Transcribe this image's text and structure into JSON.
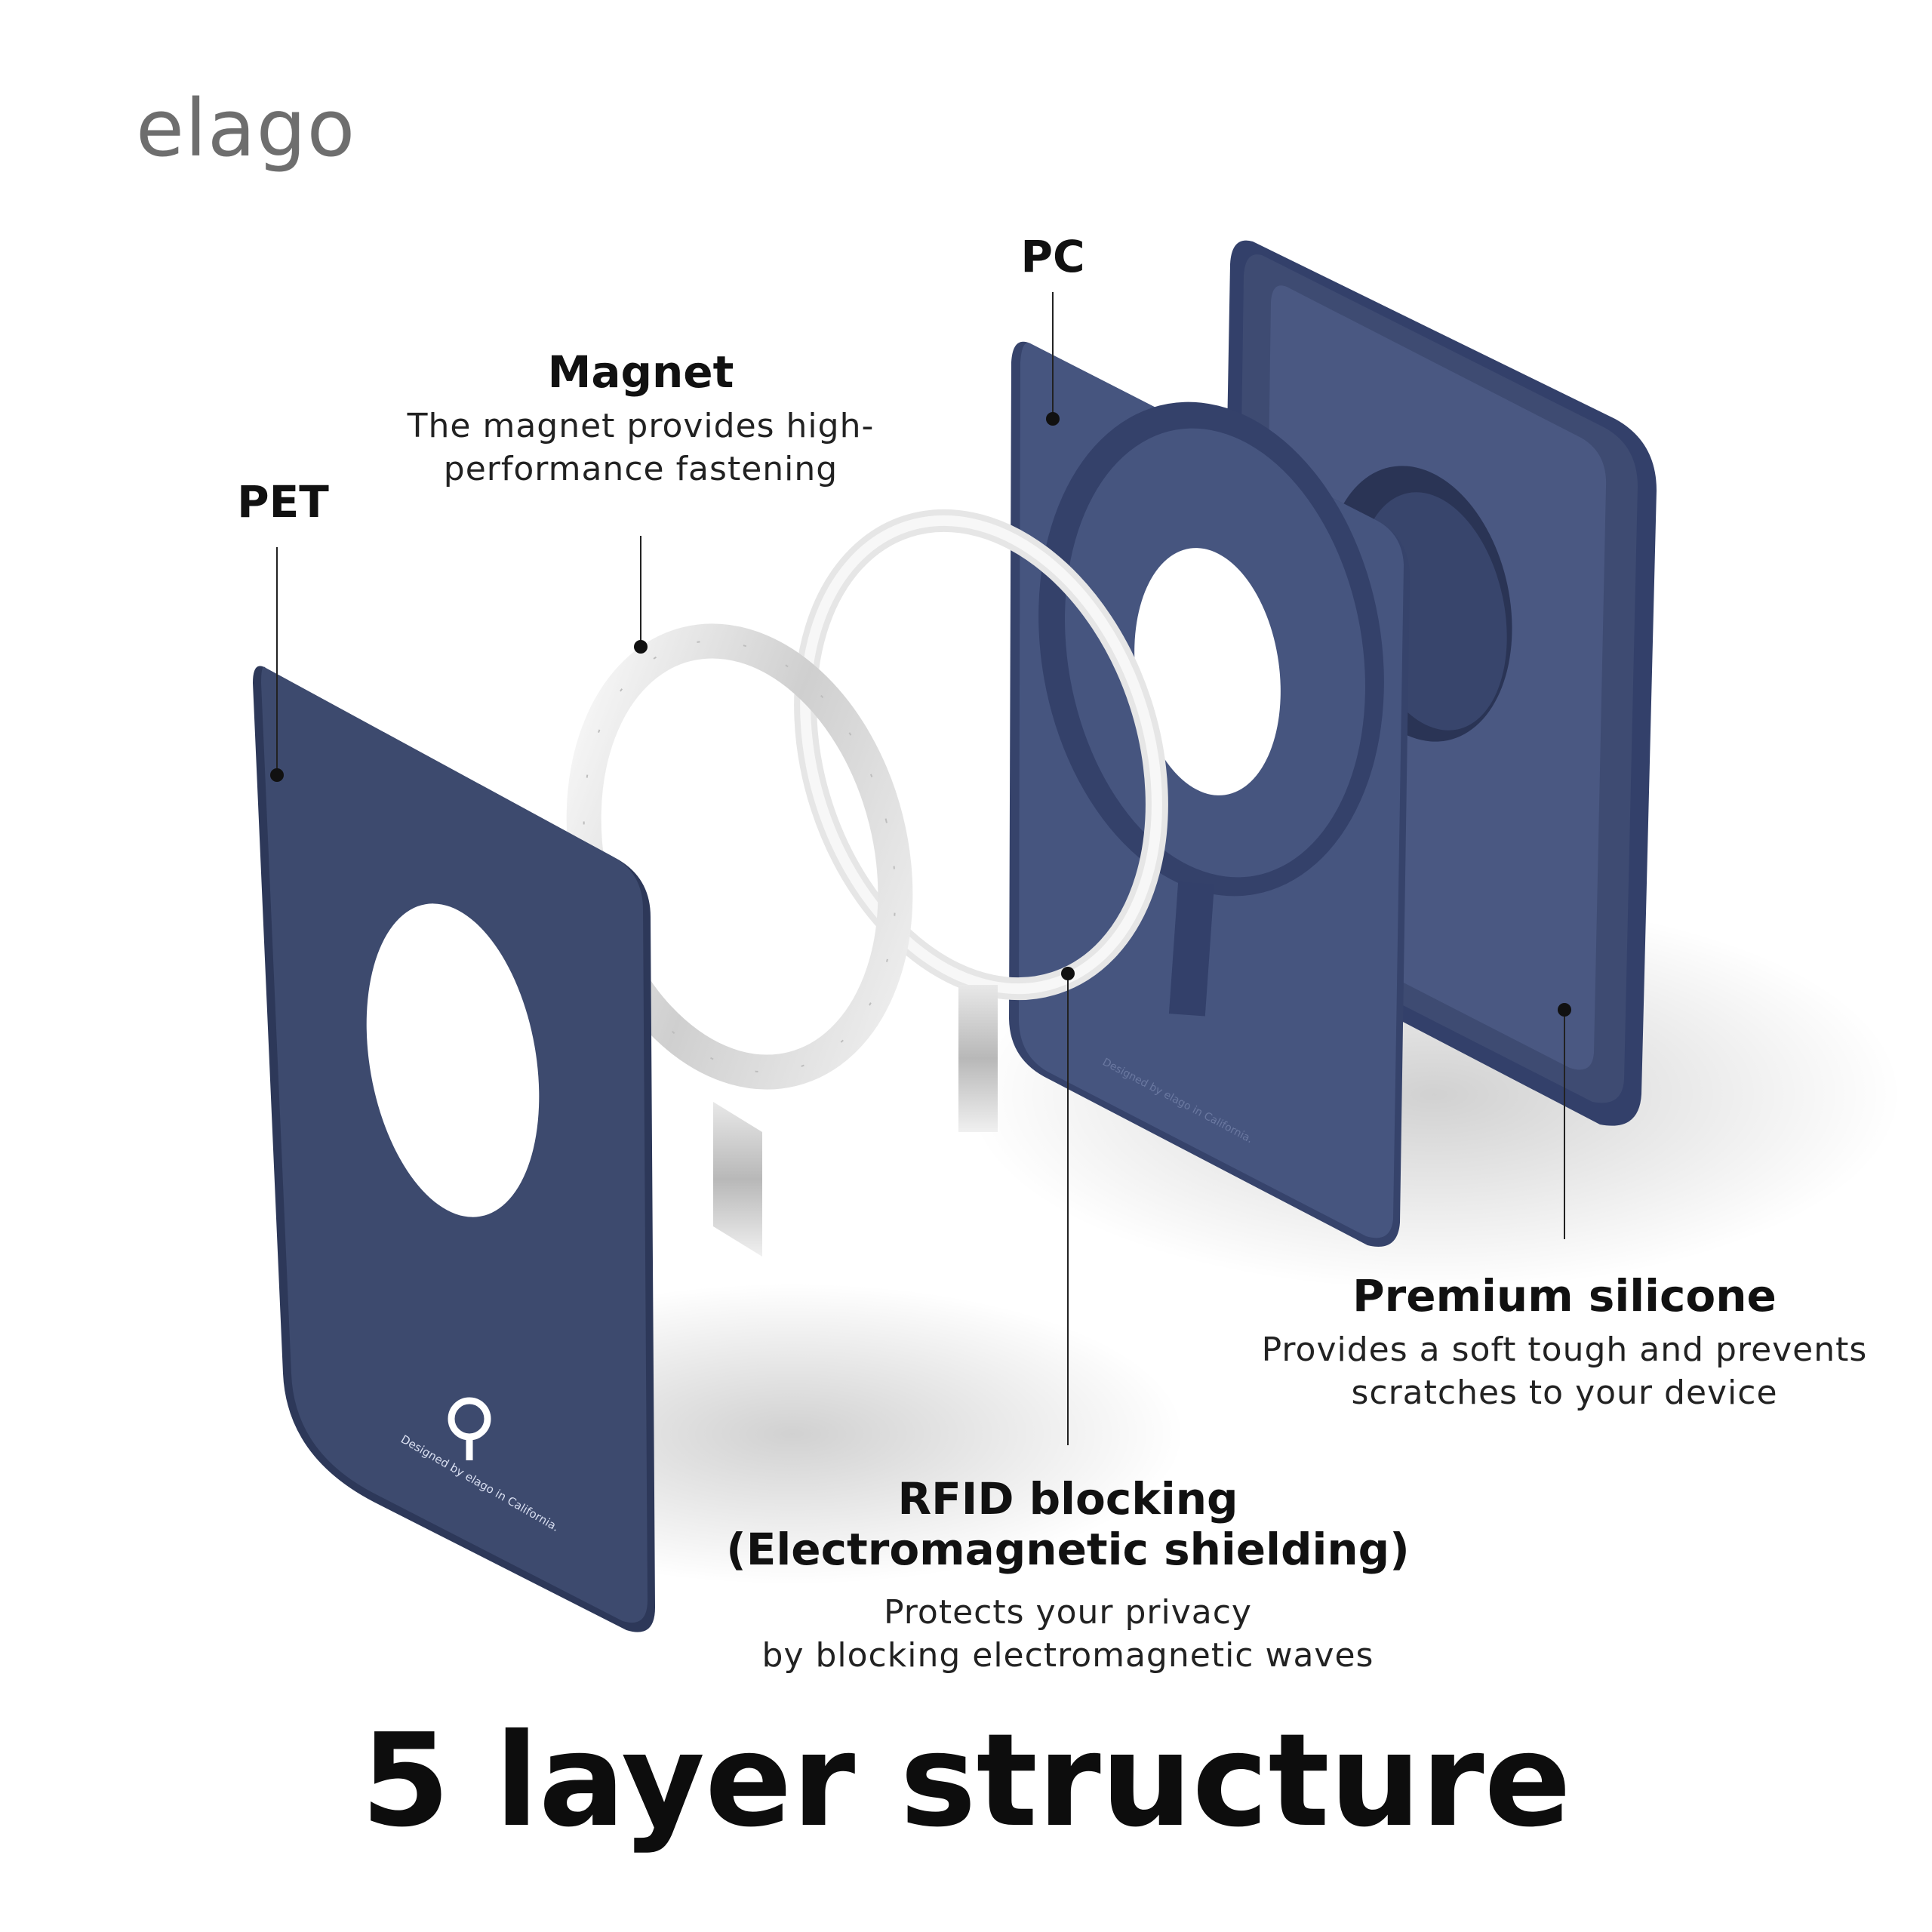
{
  "brand": {
    "logo_text": "elago"
  },
  "layers": {
    "pet": {
      "title": "PET"
    },
    "magnet": {
      "title": "Magnet",
      "desc_line1": "The magnet provides high-",
      "desc_line2": "performance fastening"
    },
    "pc": {
      "title": "PC"
    },
    "rfid": {
      "title_line1": "RFID blocking",
      "title_line2": "(Electromagnetic shielding)",
      "desc_line1": "Protects your privacy",
      "desc_line2": "by blocking electromagnetic waves"
    },
    "silicone": {
      "title": "Premium silicone",
      "desc_line1": "Provides a soft tough and prevents",
      "desc_line2": "scratches to your device"
    }
  },
  "product_print": {
    "card_text": "Designed by elago in California."
  },
  "headline": "5 layer structure",
  "colors": {
    "navy": "#3d4a6e",
    "navy_dark": "#2f3a5a",
    "silver": "#d8d8d8",
    "text": "#111111",
    "logo": "#6e6e6e"
  }
}
